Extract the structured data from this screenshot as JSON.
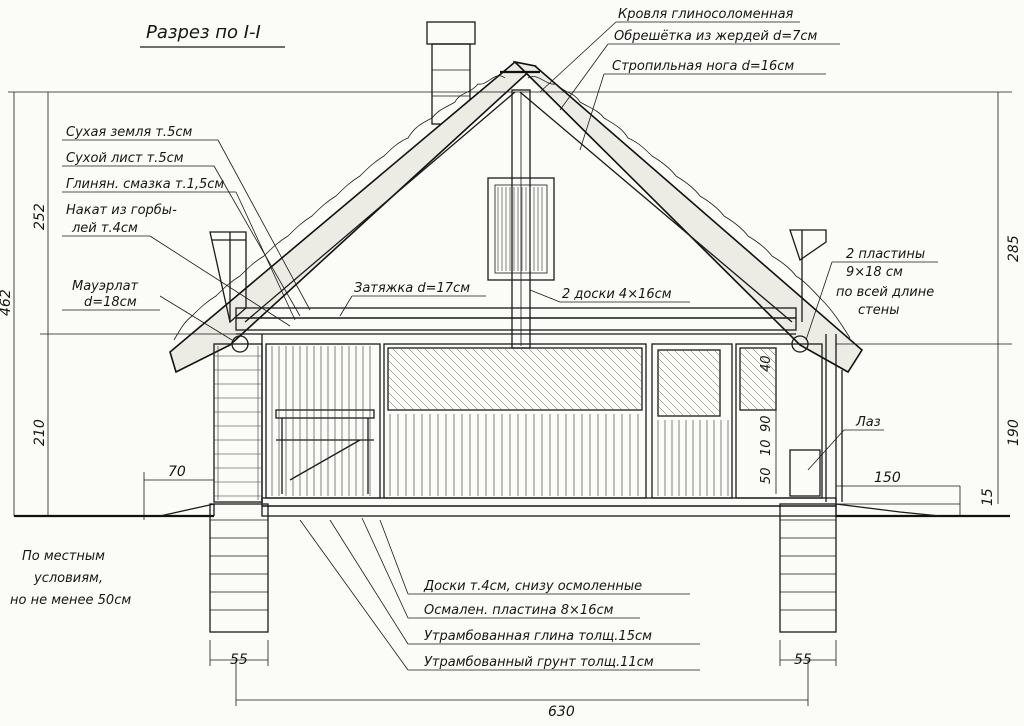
{
  "title": "Разрез по I-I",
  "roof_labels": {
    "roofing": "Кровля глиносоломенная",
    "battens": "Обрешётка из жердей d=7см",
    "rafter": "Стропильная нога d=16см"
  },
  "ceiling_labels": {
    "dry_earth": "Сухая земля т.5см",
    "dry_leaf": "Сухой лист т.5см",
    "clay_coat": "Глинян. смазка т.1,5см",
    "slab_line1": "Накат из горбы-",
    "slab_line2": "лей т.4см",
    "mauerlat_line1": "Мауэрлат",
    "mauerlat_line2": "d=18см"
  },
  "interior_labels": {
    "tie_beam": "Затяжка d=17см",
    "two_boards": "2 доски 4×16см",
    "plates_line1": "2 пластины",
    "plates_line2": "9×18 см",
    "plates_line3": "по всей длине",
    "plates_line4": "стены",
    "hatch": "Лаз"
  },
  "floor_labels": {
    "boards": "Доски т.4см, снизу осмоленные",
    "tarred_plate": "Осмален. пластина 8×16см",
    "rammed_clay": "Утрамбованная глина толщ.15см",
    "rammed_soil": "Утрамбованный грунт толщ.11см"
  },
  "foundation_note": {
    "line1": "По местным",
    "line2": "условиям,",
    "line3": "но не менее 50см"
  },
  "dimensions": {
    "total_height": "462",
    "roof_height_left": "252",
    "wall_height_left": "210",
    "roof_height_right": "285",
    "wall_height_right": "190",
    "overall_width": "630",
    "footing_left": "55",
    "footing_right": "55",
    "offset_left": "70",
    "offset_right": "150",
    "plinth": "15",
    "hatch_40": "40",
    "hatch_90": "90",
    "hatch_10": "10",
    "hatch_50": "50"
  }
}
